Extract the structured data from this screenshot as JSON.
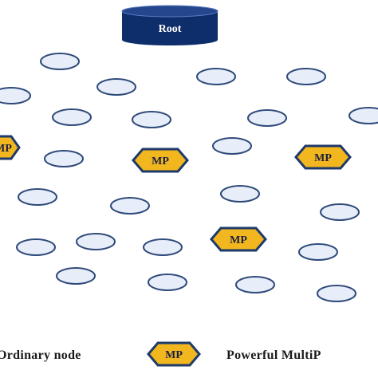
{
  "root": {
    "label": "Root"
  },
  "multipath_node": {
    "label": "MP"
  },
  "legend": {
    "ordinary_label": "Ordinary node",
    "multipath_label": "Powerful MultiP"
  },
  "colors": {
    "ordinary_fill": "#e7eef9",
    "ordinary_stroke": "#2f4a7a",
    "root_fill": "#0d2d6b",
    "mp_fill": "#f2b61f",
    "mp_stroke": "#1e3a6a"
  }
}
